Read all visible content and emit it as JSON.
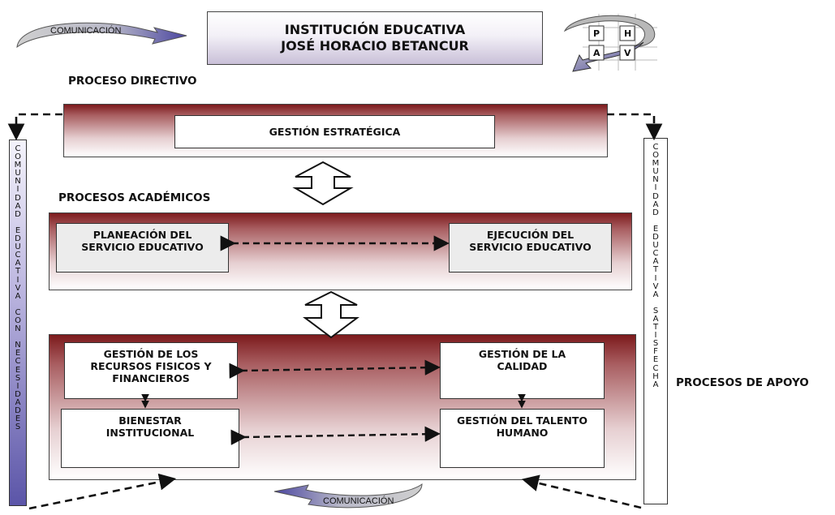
{
  "header": {
    "title_line1": "INSTITUCIÓN EDUCATIVA",
    "title_line2": "JOSÉ HORACIO BETANCUR"
  },
  "communication_top": "COMUNICACIÓN",
  "communication_bottom": "COMUNICACIÓN",
  "phva": {
    "p": "P",
    "h": "H",
    "a": "A",
    "v": "V"
  },
  "sections": {
    "directive": "PROCESO DIRECTIVO",
    "academic": "PROCESOS ACADÉMICOS",
    "support": "PROCESOS DE APOYO"
  },
  "boxes": {
    "strategic": "GESTIÓN ESTRATÉGICA",
    "planning_l1": "PLANEACIÓN DEL",
    "planning_l2": "SERVICIO EDUCATIVO",
    "execution_l1": "EJECUCIÓN DEL",
    "execution_l2": "SERVICIO EDUCATIVO",
    "resources_l1": "GESTIÓN DE LOS",
    "resources_l2": "RECURSOS FISICOS Y",
    "resources_l3": "FINANCIEROS",
    "quality_l1": "GESTIÓN DE LA",
    "quality_l2": "CALIDAD",
    "welfare_l1": "BIENESTAR",
    "welfare_l2": "INSTITUCIONAL",
    "talent_l1": "GESTIÓN DEL TALENTO",
    "talent_l2": "HUMANO"
  },
  "left_bar": [
    "C",
    "O",
    "M",
    "U",
    "N",
    "I",
    "D",
    "A",
    "D",
    " ",
    "E",
    "D",
    "U",
    "C",
    "A",
    "T",
    "I",
    "V",
    "A",
    " ",
    "C",
    "O",
    "N",
    " ",
    "N",
    "E",
    "C",
    "E",
    "S",
    "I",
    "D",
    "A",
    "D",
    "E",
    "S"
  ],
  "right_bar": [
    "C",
    "O",
    "M",
    "U",
    "N",
    "I",
    "D",
    "A",
    "D",
    " ",
    "E",
    "D",
    "U",
    "C",
    "A",
    "T",
    "I",
    "V",
    "A",
    " ",
    "S",
    "A",
    "T",
    "I",
    "S",
    "F",
    "E",
    "C",
    "H",
    "A"
  ],
  "colors": {
    "band_dark": "#7c1a1c",
    "purple": "#5b55a8",
    "box_grey": "#ececec"
  }
}
